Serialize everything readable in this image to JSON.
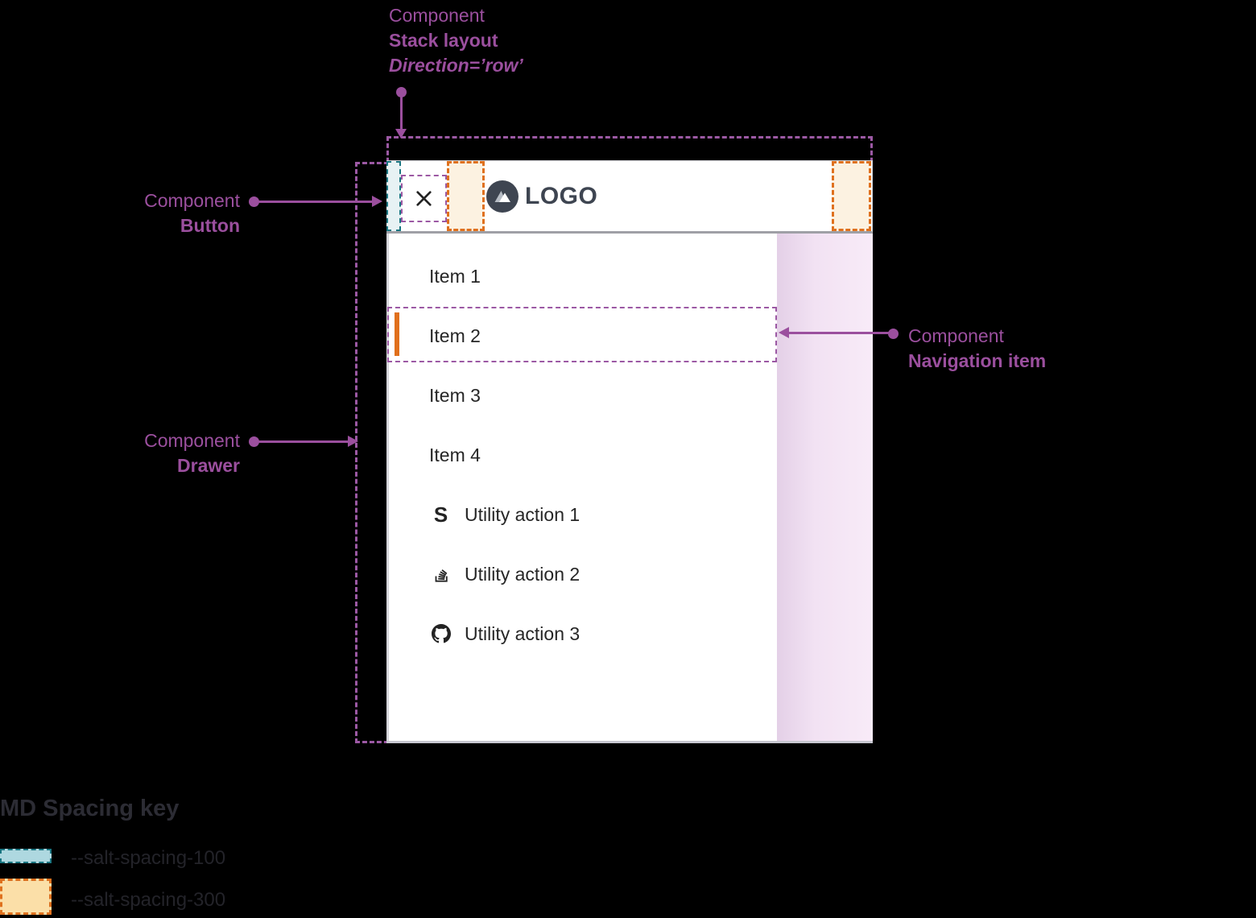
{
  "annotations": {
    "stack_layout": {
      "eyebrow": "Component",
      "title": "Stack layout",
      "subtitle": "Direction=’row’"
    },
    "button": {
      "eyebrow": "Component",
      "title": "Button"
    },
    "drawer": {
      "eyebrow": "Component",
      "title": "Drawer"
    },
    "navigation_item": {
      "eyebrow": "Component",
      "title": "Navigation item"
    }
  },
  "appheader": {
    "logo_text": "LOGO"
  },
  "drawer": {
    "items": [
      {
        "label": "Item 1"
      },
      {
        "label": "Item 2"
      },
      {
        "label": "Item 3"
      },
      {
        "label": "Item 4"
      }
    ],
    "active_item": "Item 2",
    "utility_items": [
      {
        "label": "Utility action 1",
        "icon": "s-logo-icon"
      },
      {
        "label": "Utility action 2",
        "icon": "stack-overflow-icon"
      },
      {
        "label": "Utility action 3",
        "icon": "github-icon"
      }
    ],
    "s_glyph": "S"
  },
  "spacing_key": {
    "title": "MD Spacing key",
    "items": [
      {
        "label": "--salt-spacing-100",
        "fill": "#aed8e0",
        "border": "#1a7682"
      },
      {
        "label": "--salt-spacing-300",
        "fill": "#fbdfa8",
        "border": "#df711e"
      }
    ]
  },
  "colors": {
    "annotation_purple": "#9b4f9e",
    "guide_dash_purple": "#9c59a4",
    "spacing_100_teal": "#1a7682",
    "spacing_300_orange": "#df711e",
    "active_indicator_orange": "#e0701c",
    "logo_slate": "#3e4551",
    "page_background_pink": "#f2e2f3"
  }
}
